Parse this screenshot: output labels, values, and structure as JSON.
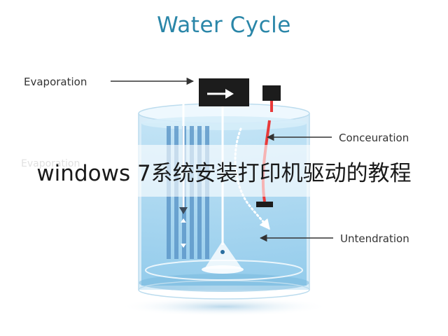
{
  "diagram": {
    "title": "Water Cycle",
    "labels": {
      "evaporation": "Evaporation",
      "conceuration": "Conceuration",
      "untendration": "Untendration"
    },
    "colors": {
      "title": "#2a86a8",
      "water": "#a9d6ef",
      "water_deep": "#7fbfe6",
      "column": "#5a95c8",
      "red_tube": "#e83a3a",
      "dark_box": "#1c1c1c"
    }
  },
  "overlay": {
    "caption": "windows 7系统安装打印机驱动的教程"
  }
}
